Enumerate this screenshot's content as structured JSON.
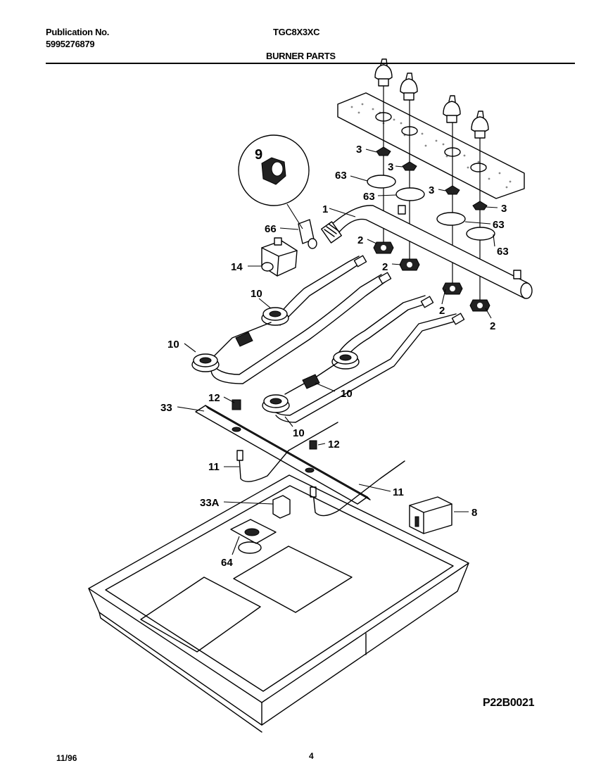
{
  "header": {
    "publication_label": "Publication No.",
    "publication_number": "5995276879",
    "model": "TGC8X3XC",
    "section_title": "BURNER PARTS"
  },
  "callouts": {
    "c1": "1",
    "c2a": "2",
    "c2b": "2",
    "c2c": "2",
    "c2d": "2",
    "c3a": "3",
    "c3b": "3",
    "c3c": "3",
    "c3d": "3",
    "c8": "8",
    "c9": "9",
    "c10a": "10",
    "c10b": "10",
    "c10c": "10",
    "c10d": "10",
    "c11a": "11",
    "c11b": "11",
    "c12a": "12",
    "c12b": "12",
    "c14": "14",
    "c33": "33",
    "c33a": "33A",
    "c63a": "63",
    "c63b": "63",
    "c63c": "63",
    "c63d": "63",
    "c64": "64",
    "c66": "66"
  },
  "footer": {
    "drawing_code": "P22B0021",
    "date": "11/96",
    "page_number": "4"
  }
}
